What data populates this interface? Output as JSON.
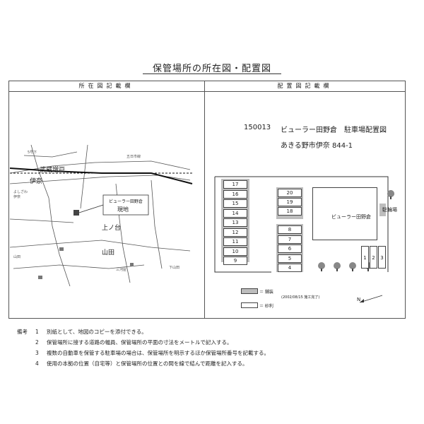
{
  "title": "保管場所の所在図・配置図",
  "left_header": "所在図記載欄",
  "right_header": "配置図記載欄",
  "map": {
    "labels": {
      "town1": "武蔵増戸",
      "town2": "伊奈",
      "area1": "上ノ台",
      "area2": "山田",
      "callout": "ビューラー田野倉",
      "callout_sub": "現地",
      "small1": "5号下",
      "small2": "五日市線",
      "small3": "よしざわ",
      "small4": "伊奈",
      "small5": "山田",
      "small6": "三河屋",
      "small7": "下山田"
    }
  },
  "layout": {
    "code": "150013",
    "name": "ビューラー田野倉　駐車場配置図",
    "address": "あきる野市伊奈 844-1",
    "building": "ビューラー田野倉",
    "bike": "駐輪場",
    "left_col": [
      "17",
      "16",
      "15",
      "14",
      "13",
      "12",
      "11",
      "10",
      "9"
    ],
    "mid_col_top": [
      "20",
      "19",
      "18"
    ],
    "mid_col_bottom": [
      "8",
      "7",
      "6",
      "5",
      "4"
    ],
    "right_slots": [
      "3",
      "2",
      "1"
    ],
    "legend_paved": "＝ 舗装",
    "legend_paved_note": "(2002/08/15 施工完了)",
    "legend_gravel": "＝ 砂利",
    "north": "N"
  },
  "notes": {
    "heading": "備考",
    "items": [
      {
        "n": "1",
        "text": "別紙として、地図のコピーを添付できる。"
      },
      {
        "n": "2",
        "text": "保管場所に接する道路の幅員、保管場所の平面の寸法をメートルで記入する。"
      },
      {
        "n": "3",
        "text": "複数の自動車を保管する駐車場の場合は、保管場所を明示するほか保管場所番号を記載する。"
      },
      {
        "n": "4",
        "text": "使用の本拠の位置（自宅等）と保管場所の位置との間を線で結んで距離を記入する。"
      }
    ]
  }
}
